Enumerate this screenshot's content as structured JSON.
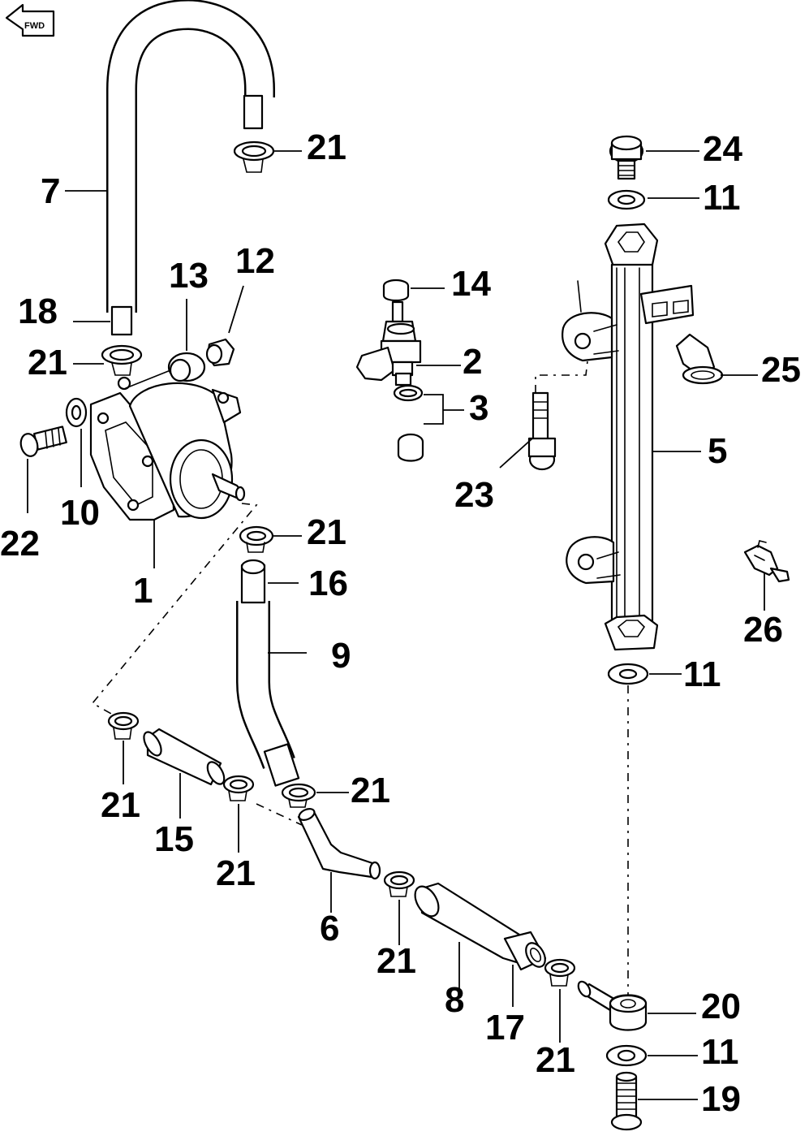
{
  "diagram": {
    "forward_marker": "FWD",
    "labels": {
      "p1": "1",
      "p2": "2",
      "p3": "3",
      "p5": "5",
      "p6": "6",
      "p7": "7",
      "p8": "8",
      "p9": "9",
      "p10": "10",
      "p11a": "11",
      "p11b": "11",
      "p11c": "11",
      "p12": "12",
      "p13": "13",
      "p14": "14",
      "p15": "15",
      "p16": "16",
      "p17": "17",
      "p18": "18",
      "p19": "19",
      "p20": "20",
      "p21a": "21",
      "p21b": "21",
      "p21c": "21",
      "p21d": "21",
      "p21e": "21",
      "p21f": "21",
      "p21g": "21",
      "p21h": "21",
      "p22": "22",
      "p23": "23",
      "p24": "24",
      "p25": "25",
      "p26": "26"
    }
  }
}
